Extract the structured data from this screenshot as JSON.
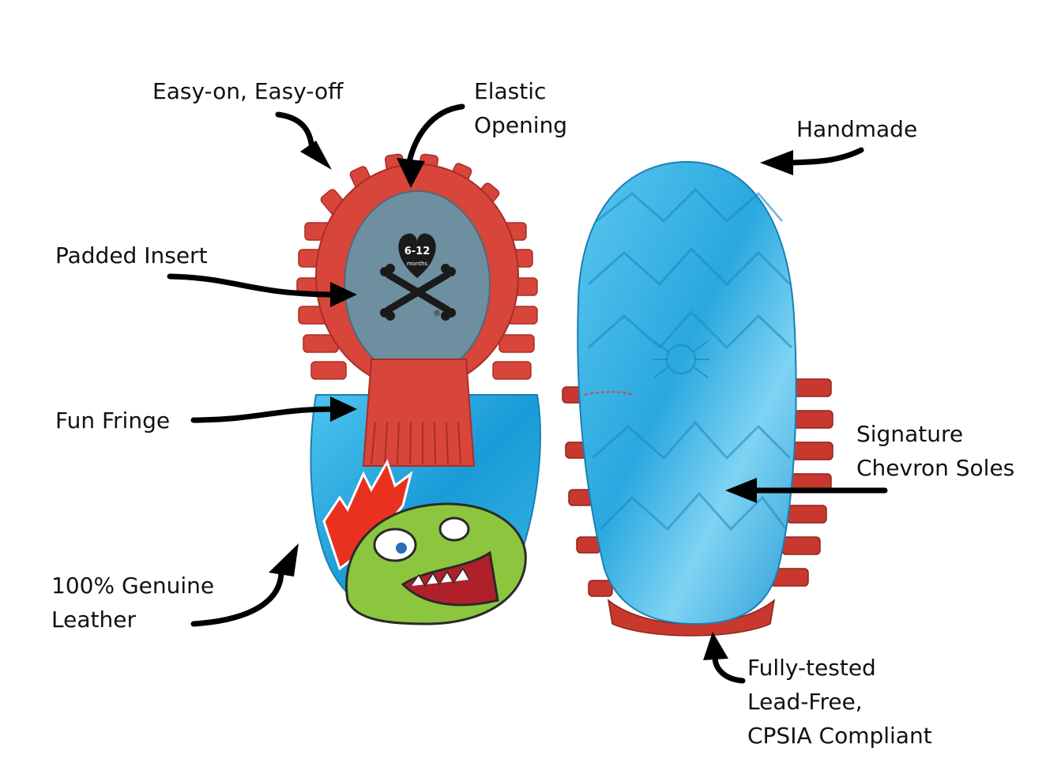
{
  "labels": {
    "easy_on": "Easy-on, Easy-off",
    "elastic": [
      "Elastic",
      "Opening"
    ],
    "handmade": "Handmade",
    "padded": "Padded Insert",
    "fringe": "Fun Fringe",
    "signature": [
      "Signature",
      "Chevron Soles"
    ],
    "leather": [
      "100% Genuine",
      "Leather"
    ],
    "tested": [
      "Fully-tested",
      "Lead-Free,",
      "CPSIA Compliant"
    ]
  },
  "insole_print": {
    "size": "6-12",
    "unit": "months",
    "mark": "®"
  },
  "colors": {
    "fringe_red": "#d8453a",
    "insole_blue": "#6e8fa0",
    "metallic_blue": "#2aa9df",
    "sole_blue": "#35b3e3",
    "monster_green": "#8cc63f"
  }
}
